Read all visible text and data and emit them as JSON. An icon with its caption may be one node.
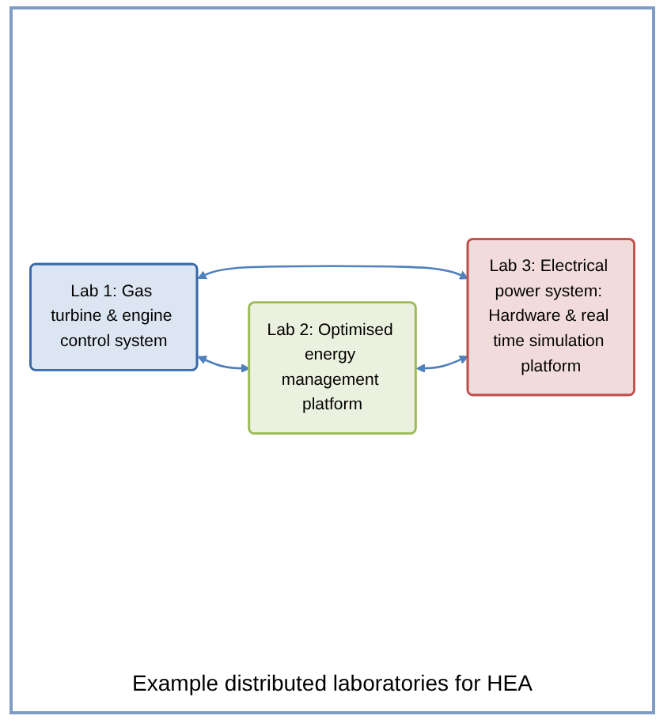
{
  "diagram": {
    "caption": "Example distributed laboratories for HEA",
    "nodes": [
      {
        "text": [
          "Lab 1: Gas turbine & engine control system"
        ]
      },
      {
        "text": [
          "Lab 2: Optimised energy management platform"
        ]
      },
      {
        "text": [
          "Lab 3: Electrical power system: Hardware & real time simulation platform"
        ]
      }
    ],
    "edges": [
      {
        "from": 0,
        "to": 2,
        "arrow": "both"
      },
      {
        "from": 0,
        "to": 1,
        "arrow": "both"
      },
      {
        "from": 1,
        "to": 2,
        "arrow": "both"
      }
    ]
  }
}
